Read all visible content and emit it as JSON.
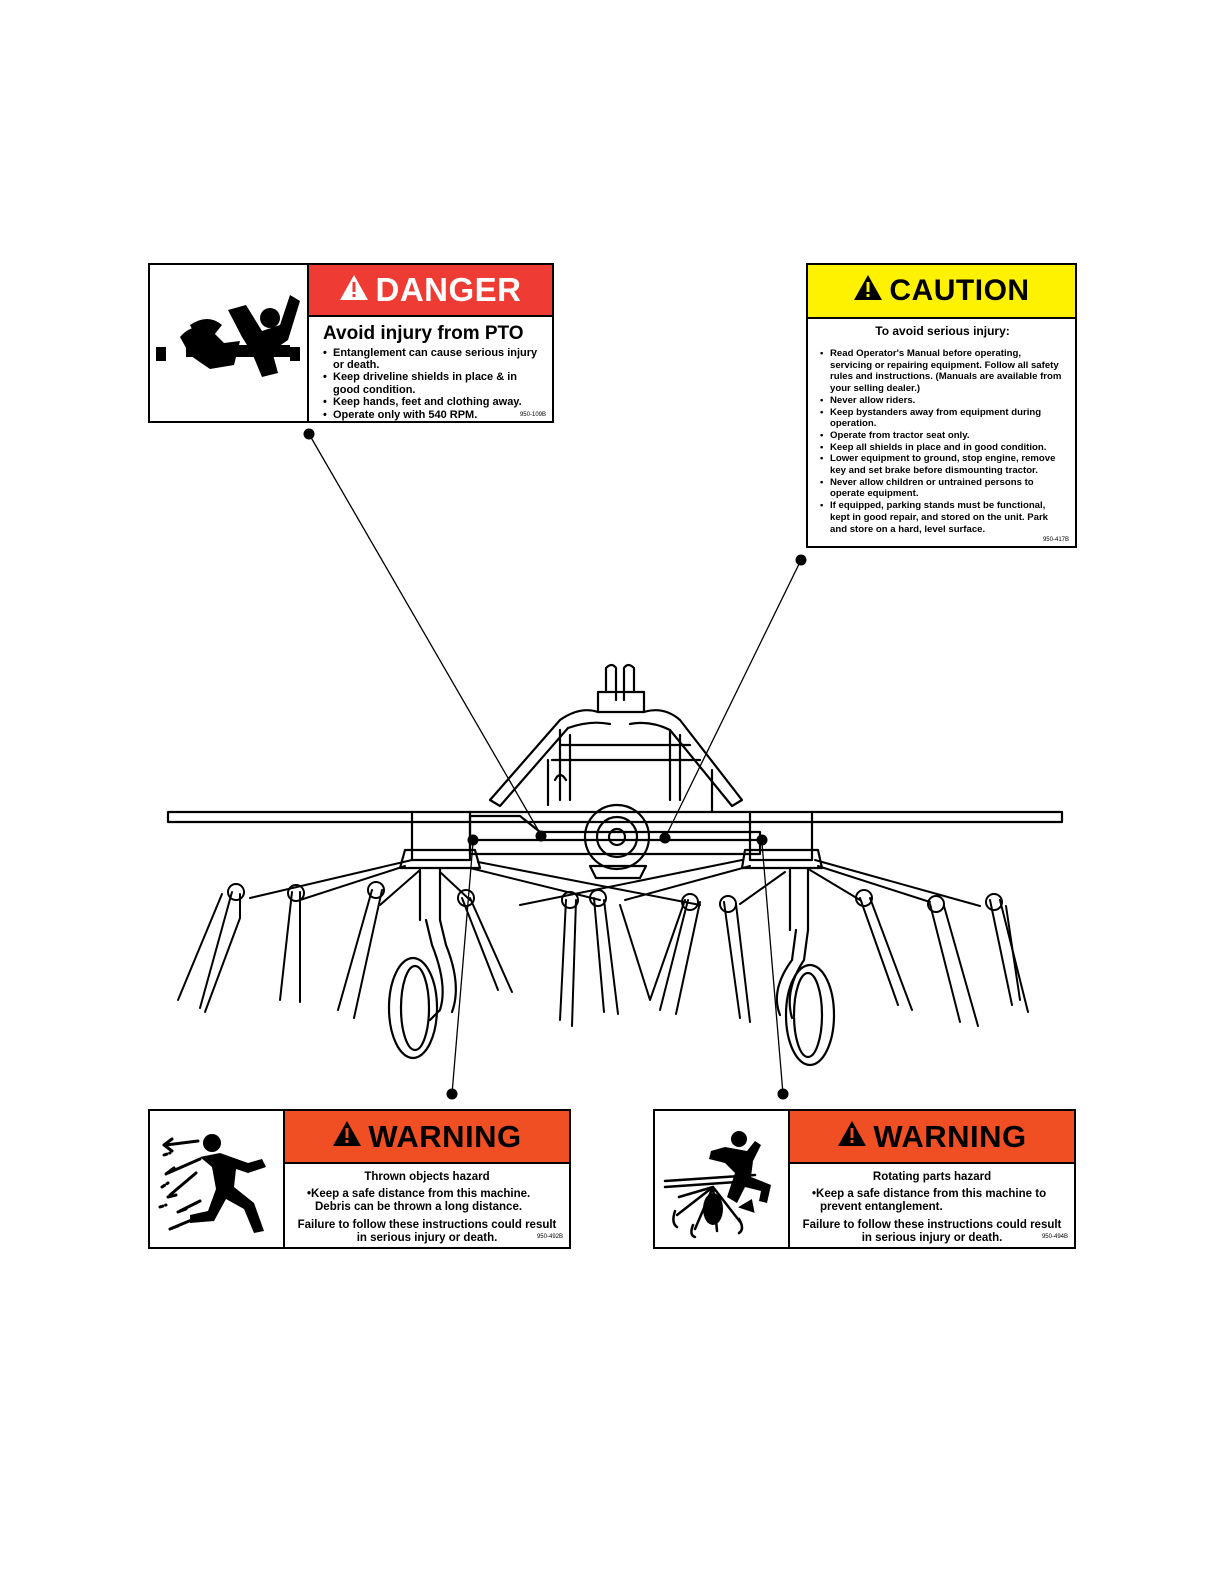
{
  "danger": {
    "header": "DANGER",
    "header_color": "#ee3b33",
    "icon": "pto-entanglement-icon",
    "subtitle": "Avoid injury from PTO",
    "items": [
      "Entanglement can cause serious injury or death.",
      "Keep driveline shields in place & in good condition.",
      "Keep hands, feet and clothing away.",
      "Operate only with 540 RPM."
    ],
    "code": "950-109B"
  },
  "caution": {
    "header": "CAUTION",
    "header_color": "#fff200",
    "subtitle": "To avoid serious injury:",
    "items": [
      "Read Operator's Manual before operating, servicing or repairing equipment. Follow all safety rules and instructions. (Manuals are available from your selling dealer.)",
      "Never allow riders.",
      "Keep bystanders away from equipment during operation.",
      "Operate from tractor seat only.",
      "Keep all shields in place and in good condition.",
      "Lower equipment to ground, stop engine, remove key and set brake before dismounting tractor.",
      "Never allow children or untrained persons to operate equipment.",
      "If equipped, parking stands must be functional, kept in good repair, and stored on the unit. Park and store on a hard, level surface."
    ],
    "code": "950-417B"
  },
  "warning1": {
    "header": "WARNING",
    "header_color": "#f04e23",
    "icon": "thrown-objects-icon",
    "subtitle": "Thrown objects hazard",
    "message": "•Keep a safe distance from this machine. Debris can be thrown a long distance.",
    "failure": "Failure to follow these instructions could result in serious injury or death.",
    "code": "950-492B"
  },
  "warning2": {
    "header": "WARNING",
    "header_color": "#f04e23",
    "icon": "rotating-parts-icon",
    "subtitle": "Rotating parts hazard",
    "message": "•Keep a safe distance from this machine to prevent entanglement.",
    "failure": "Failure to follow these instructions could result in serious injury or death.",
    "code": "950-494B"
  },
  "diagram": {
    "subject": "rotary-rake-machine",
    "icon": "hay-rake-illustration"
  }
}
